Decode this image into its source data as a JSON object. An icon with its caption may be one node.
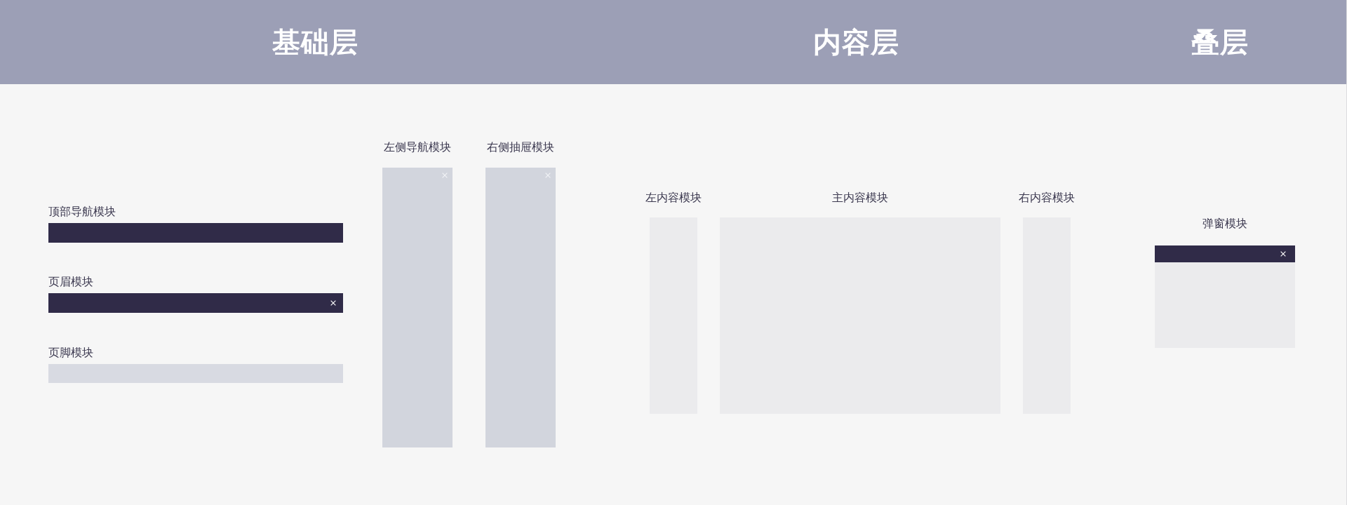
{
  "diagram": {
    "nodes": [
      {
        "text": [
          "基础层"
        ]
      },
      {
        "text": [
          "顶部导航模块"
        ],
        "in": 0
      },
      {
        "text": [
          "页眉模块"
        ],
        "in": 0
      },
      {
        "text": [
          "页脚模块"
        ],
        "in": 0
      },
      {
        "text": [
          "左侧导航模块"
        ],
        "in": 0
      },
      {
        "text": [
          "右侧抽屉模块"
        ],
        "in": 0
      },
      {
        "text": [
          "内容层"
        ]
      },
      {
        "text": [
          "左内容模块"
        ],
        "in": 6
      },
      {
        "text": [
          "主内容模块"
        ],
        "in": 6
      },
      {
        "text": [
          "右内容模块"
        ],
        "in": 6
      },
      {
        "text": [
          "叠层"
        ]
      },
      {
        "text": [
          "弹窗模块"
        ],
        "in": 10
      }
    ]
  }
}
